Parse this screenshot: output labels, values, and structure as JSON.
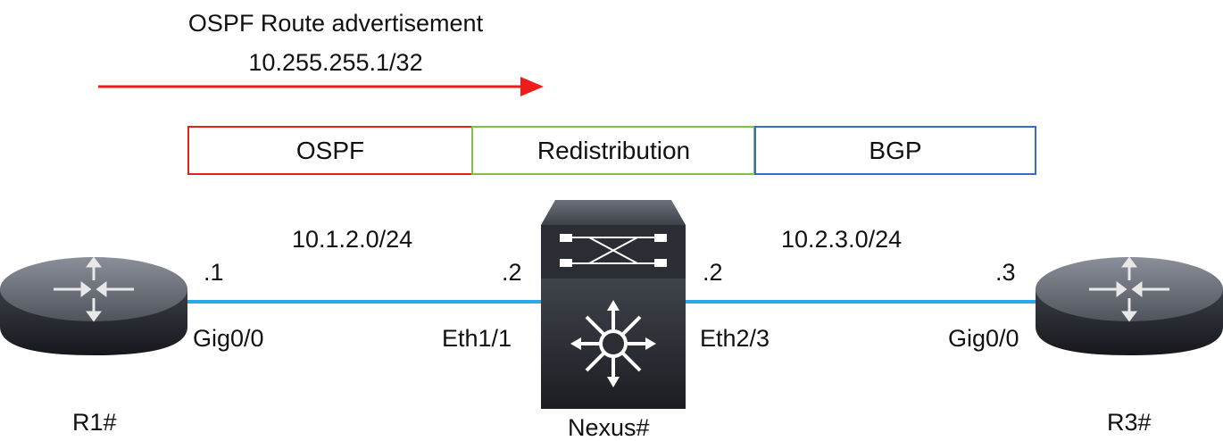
{
  "advertisement": {
    "title_line1": "OSPF Route advertisement",
    "title_line2": "10.255.255.1/32",
    "arrow_color": "#ee1c1c"
  },
  "segments": [
    {
      "label": "OSPF",
      "color": "#e0231c"
    },
    {
      "label": "Redistribution",
      "color": "#7cc24a"
    },
    {
      "label": "BGP",
      "color": "#3a6ac8"
    }
  ],
  "links": {
    "color": "#29a9e8",
    "left": {
      "subnet": "10.1.2.0/24",
      "r1_addr": ".1",
      "r1_intf": "Gig0/0",
      "nexus_addr": ".2",
      "nexus_intf": "Eth1/1"
    },
    "right": {
      "subnet": "10.2.3.0/24",
      "nexus_addr": ".2",
      "nexus_intf": "Eth2/3",
      "r3_addr": ".3",
      "r3_intf": "Gig0/0"
    }
  },
  "devices": {
    "r1": {
      "name": "R1#",
      "icon": "router-icon"
    },
    "nexus": {
      "name": "Nexus#",
      "icon": "nexus-switch-icon"
    },
    "r3": {
      "name": "R3#",
      "icon": "router-icon"
    }
  }
}
